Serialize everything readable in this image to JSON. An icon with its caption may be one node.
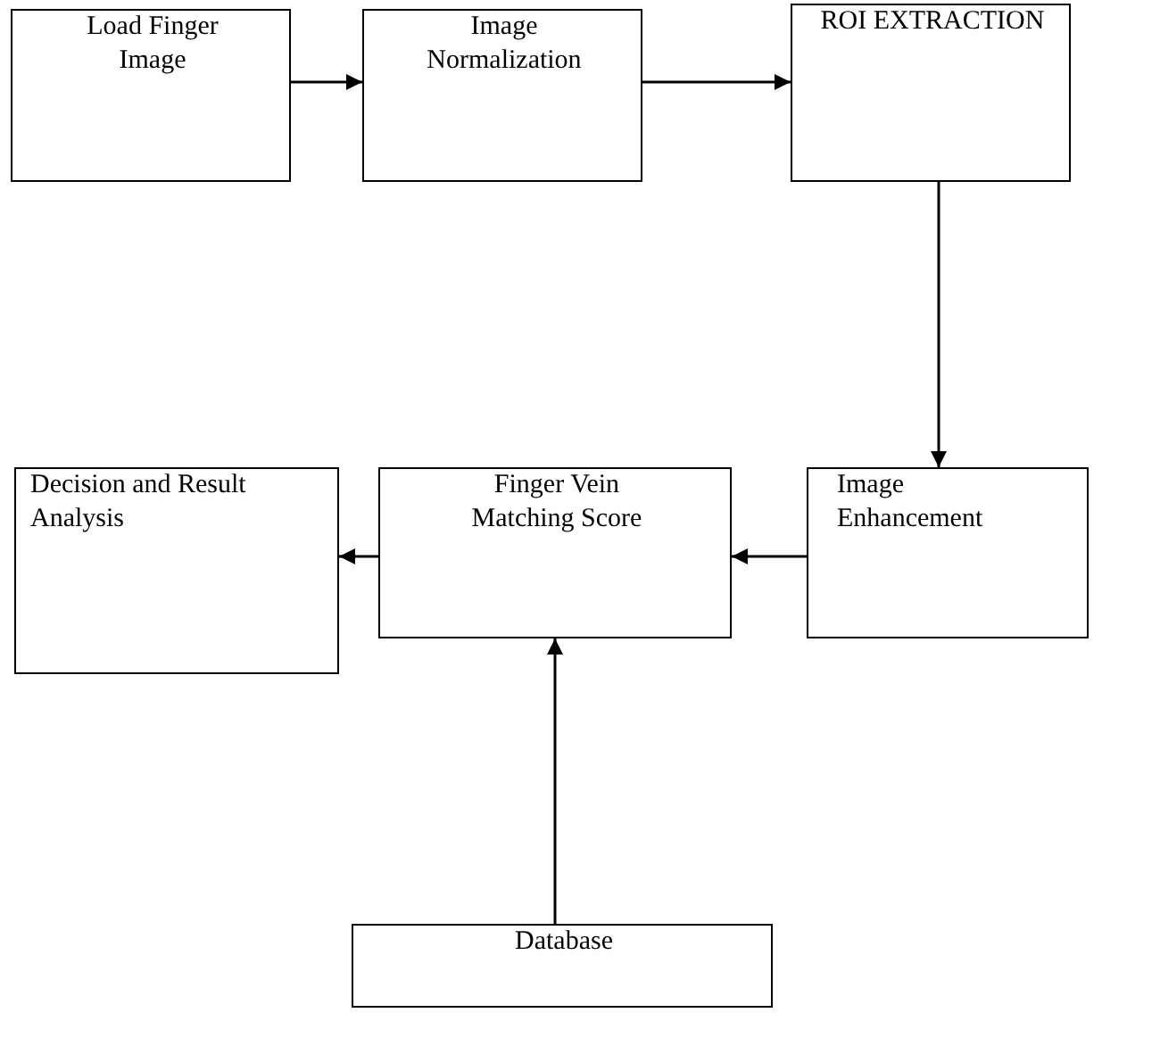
{
  "diagram": {
    "nodes": [
      {
        "text": [
          "Load Finger Image"
        ]
      },
      {
        "text": [
          "Image Normalization"
        ]
      },
      {
        "text": [
          "ROI EXTRACTION"
        ]
      },
      {
        "text": [
          "Decision and Result Analysis"
        ]
      },
      {
        "text": [
          "Finger Vein Matching Score"
        ]
      },
      {
        "text": [
          "Image Enhancement"
        ]
      },
      {
        "text": [
          "Database"
        ]
      }
    ],
    "edges": [
      {
        "from": 0,
        "to": 1,
        "arrow": "to"
      },
      {
        "from": 1,
        "to": 2,
        "arrow": "to"
      },
      {
        "from": 2,
        "to": 5,
        "arrow": "to"
      },
      {
        "from": 5,
        "to": 4,
        "arrow": "to"
      },
      {
        "from": 4,
        "to": 3,
        "arrow": "to"
      },
      {
        "from": 6,
        "to": 4,
        "arrow": "to"
      }
    ]
  }
}
